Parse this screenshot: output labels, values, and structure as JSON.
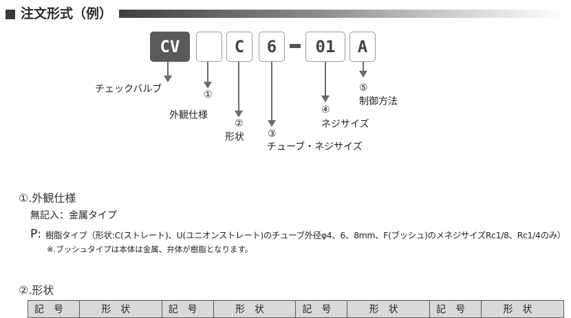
{
  "header": {
    "title": "注文形式（例）"
  },
  "code": {
    "boxes": [
      "CV",
      "",
      "C",
      "6",
      "01",
      "A"
    ],
    "separator": "-"
  },
  "labels": {
    "check_valve": "チェックバルブ",
    "n1": "①",
    "appearance": "外観仕様",
    "n2": "②",
    "shape": "形状",
    "n3": "③",
    "tube_thread": "チューブ・ネジサイズ",
    "n4": "④",
    "thread_size": "ネジサイズ",
    "n5": "⑤",
    "control": "制御方法"
  },
  "section1": {
    "title": "①.外観仕様",
    "line1": "無記入：金属タイプ",
    "line2_code": "P:",
    "line2_text": "樹脂タイプ（形状:C(ストレート)、U(ユニオンストレート)のチューブ外径φ4、6、8mm、F(ブッシュ)のメネジサイズRc1/8、Rc1/4のみ）",
    "note": "※.ブッシュタイプは本体は金属、弁体が樹脂となります。"
  },
  "section2": {
    "title": "②.形状",
    "table_headers": [
      "記号",
      "形状",
      "記号",
      "形状",
      "記号",
      "形状",
      "記号",
      "形状"
    ]
  }
}
